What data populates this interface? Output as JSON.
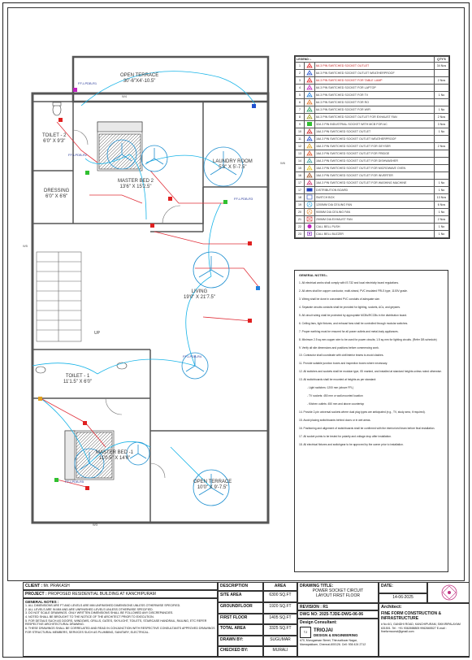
{
  "rooms": [
    {
      "id": "open-terrace-top",
      "name": "OPEN TERRACE",
      "size": "30'-6\"X4'-10.5\""
    },
    {
      "id": "toilet-2",
      "name": "TOILET - 2",
      "size": "6'0\" X 9'3\""
    },
    {
      "id": "dressing",
      "name": "DRESSING",
      "size": "6'0\" X 6'6\""
    },
    {
      "id": "master-bed-2",
      "name": "MASTER BED 2",
      "size": "13'6\" X 15'2.5\""
    },
    {
      "id": "laundry",
      "name": "LAUNDRY ROOM",
      "size": "5'3\" X 5'-7.5\""
    },
    {
      "id": "living",
      "name": "LIVING",
      "size": "19'0\" X 21'7.5\""
    },
    {
      "id": "toilet-1",
      "name": "TOILET - 1",
      "size": "11'1.5\" X 6'0\""
    },
    {
      "id": "master-bed-1",
      "name": "MASTER BED -1",
      "size": "11'0.5\" X 14'6\""
    },
    {
      "id": "open-terrace-bottom",
      "name": "OPEN TERRACE",
      "size": "10'0\" X 9'-7.5\""
    }
  ],
  "plan_labels": {
    "up": "UP",
    "window_w4": "W4",
    "window_w5": "W5",
    "window_w6": "W6",
    "window_w3": "W3",
    "board_1": "FF-LPDB-R1",
    "board_2": "FF-LPDB-R2",
    "board_3": "FF-LPDB-R3",
    "board_4": "FF-LPDB-R4",
    "board_5": "FF-LPDB-R5"
  },
  "legend": {
    "title": "LEGEND :-",
    "qty_header": "QTY'S",
    "items": [
      {
        "no": "1",
        "symbol": "socket",
        "color": "#e02020",
        "desc": "6A 3 PIN SWITCHED SOCKET OUTLET",
        "qty": "34 Nos"
      },
      {
        "no": "2",
        "symbol": "socket",
        "color": "#2050d0",
        "desc": "6A 3 PIN SWITCHED SOCKET OUTLET WEATHERPROOF",
        "qty": ""
      },
      {
        "no": "3",
        "symbol": "socket",
        "color": "#e02020",
        "desc": "6A 3 PIN SWITCHED SOCKET FOR TABLE LAMP",
        "qty": "2 Nos"
      },
      {
        "no": "4",
        "symbol": "socket",
        "color": "#c020c0",
        "desc": "6A 3 PIN SWITCHED SOCKET FOR LAPTOP",
        "qty": ""
      },
      {
        "no": "5",
        "symbol": "socket",
        "color": "#2080e0",
        "desc": "6A 3 PIN SWITCHED SOCKET FOR TV",
        "qty": "1 No"
      },
      {
        "no": "6",
        "symbol": "socket",
        "color": "#e07020",
        "desc": "6A 3 PIN SWITCHED SOCKET FOR RO",
        "qty": ""
      },
      {
        "no": "7",
        "symbol": "socket",
        "color": "#20a060",
        "desc": "6A 3 PIN SWITCHED SOCKET FOR WIFI",
        "qty": "1 No"
      },
      {
        "no": "8",
        "symbol": "socket",
        "color": "#a0a020",
        "desc": "6A 3 PIN SWITCHED SOCKET OUTLET FOR EXHAUST FAN",
        "qty": "2 Nos"
      },
      {
        "no": "9",
        "symbol": "ind",
        "color": "#30c030",
        "desc": "32A 3 PIN INDUSTRIAL SOCKET WITH MCB FOR AC",
        "qty": "3 Nos"
      },
      {
        "no": "10",
        "symbol": "socket",
        "color": "#d02020",
        "desc": "16A 3 PIN SWITCHED SOCKET OUTLET",
        "qty": "1 No"
      },
      {
        "no": "11",
        "symbol": "socket",
        "color": "#2050d0",
        "desc": "16A 3 PIN SWITCHED SOCKET OUTLET WEATHERPROOF",
        "qty": ""
      },
      {
        "no": "12",
        "symbol": "socket",
        "color": "#e0a020",
        "desc": "16A 3 PIN SWITCHED SOCKET OUTLET FOR GEYSER",
        "qty": "2 Nos"
      },
      {
        "no": "13",
        "symbol": "socket",
        "color": "#e05020",
        "desc": "16A 3 PIN SWITCHED SOCKET OUTLET FOR FRIDGE",
        "qty": ""
      },
      {
        "no": "14",
        "symbol": "socket",
        "color": "#40a0a0",
        "desc": "16A 3 PIN SWITCHED SOCKET OUTLET FOR DISHWASHER",
        "qty": ""
      },
      {
        "no": "15",
        "symbol": "socket",
        "color": "#e0c020",
        "desc": "16A 3 PIN SWITCHED SOCKET OUTLET FOR MICROWAVE OVEN",
        "qty": ""
      },
      {
        "no": "16",
        "symbol": "socket",
        "color": "#a05020",
        "desc": "16A 3 PIN SWITCHED SOCKET OUTLET FOR INVERTER",
        "qty": ""
      },
      {
        "no": "17",
        "symbol": "socket",
        "color": "#d03070",
        "desc": "16A 3 PIN SWITCHED SOCKET OUTLET FOR WASHING MACHINE",
        "qty": "1 No"
      },
      {
        "no": "17",
        "symbol": "db",
        "color": "#2040c0",
        "desc": "DISTRIBUTION BOARD",
        "qty": "1 No"
      },
      {
        "no": "18",
        "symbol": "switch",
        "color": "#4060c0",
        "desc": "SWITCH BOX",
        "qty": "13 Nos"
      },
      {
        "no": "19",
        "symbol": "ceilingfan",
        "color": "#20a0e0",
        "desc": "1200MM DIA CEILING FAN",
        "qty": "6 Nos"
      },
      {
        "no": "20",
        "symbol": "smallfan",
        "color": "#e08020",
        "desc": "900MM DIA CEILING FAN",
        "qty": "1 No"
      },
      {
        "no": "21",
        "symbol": "exhaust",
        "color": "#d03030",
        "desc": "250MM DIA EXHAUST FAN",
        "qty": "2 Nos"
      },
      {
        "no": "22",
        "symbol": "push",
        "color": "#c020c0",
        "desc": "CALL BELL PUSH",
        "qty": "1 No"
      },
      {
        "no": "23",
        "symbol": "buzzer",
        "color": "#8020c0",
        "desc": "CALL BELL BUZZER",
        "qty": "1 No"
      }
    ]
  },
  "notes": {
    "title": "GENERAL NOTES:-",
    "items": [
      "1. All electrical works shall comply with IS:732 and local electricity board regulations.",
      "2. All wires shall be copper conductor, multi-strand, PVC insulated FRLS type, 1100V grade.",
      "3. Wiring shall be done in concealed PVC conduits of adequate size.",
      "4. Separate circuits conduits shall be provided for lighting, sockets, ACs, and geysers.",
      "5. All circuit wiring shall be protected by appropriate MCBs/RCCBs in the distribution board.",
      "6. Ceiling fans, light fixtures, and exhaust fans shall be controlled through modular switches.",
      "7. Proper earthing must be ensured for all power outlets and metal-body appliances.",
      "8. Minimum 2.5 sq.mm copper wire to be used for power circuits; 1.5 sq.mm for lighting circuits. (Refer DB schedule)",
      "9. Verify all site dimensions and positions before commencing work.",
      "10. Contractor shall coordinate with civil/interior teams to avoid clashes.",
      "11. Provide suitable junction boxes and inspection boxes where necessary.",
      "12. All switches and sockets shall be modular type, ISI marked, and installed at standard heights unless noted otherwise.",
      "13. All switchboards shall be mounted at heights as per standard:",
      "- Light switches: 1200 mm (above FFL)",
      "- TV sockets: 450 mm or wall-mounted location",
      "- Kitchen outlets: 450 mm and above countertop",
      "14. Provide 2-pin universal sockets where dual plug types are anticipated (e.g., TV, study area, if required).",
      "15. Avoid placing switchboards behind doors or in wet areas.",
      "16. Positioning and alignment of switchboards shall be confirmed with the interior/civil team before final installation.",
      "17. All socket points to be tested for polarity and voltage drop after installation.",
      "18. All electrical fixtures and switchgear to be approved by the owner prior to installation."
    ]
  },
  "title_block": {
    "client_label": "CLIENT :",
    "client": "Mr. PRAKASH",
    "project_label": "PROJECT :",
    "project": "PROPOSED RESIDENTIAL BUILDING AT KANCHIPURAM",
    "general_notes_title": "GENERAL NOTES :",
    "general_notes": [
      "1. ALL DIMENSIONS ARE FT AND LEVELS ARE MM.UNFINISHED DIMENSIONS UNLESS OTHERWISE SPECIFIED.",
      "2. ALL LEVELS ARE IN MM AND ARE UNFINISHED LEVELS UNLESS OTHERWISE SPECIFIED.",
      "3. DO NOT SCALE DRAWINGS. ONLY WRITTEN DIMENSIONS SHALL BE FOLLOWED ANY DISCREPANCIES.",
      "4. NOTED SHALL BE BROUGHT TO THE NOTICE OF THE ARCHITECT PRIOR TO EXECUTION.",
      "5. FOR DETAILS SUCH AS DOORS, WINDOWS, GRILLS, GATES, SKYLIGHT, TOILETS, STAIRCASE HANDRAIL, RAILING, ETC REFER RESPECTIVE ARCHITECTURAL DRAWING.",
      "6. THESE DRAWINGS SHALL BE CORRELATED AND READ IN CONJUNCTION WITH RESPECTIVE CONSULTANTS APPROVED DRAWINGS FOR STRUCTURAL MEMBERS, SERVICES SUCH AS PLUMBING, SANITARY, ELECTRICAL."
    ],
    "desc_header": "DESCRIPTION",
    "area_header": "AREA",
    "areas": [
      {
        "desc": "SITE AREA",
        "area": "6300 SQ.FT"
      },
      {
        "desc": "GROUNDFLOOR",
        "area": "1920 SQ.FT"
      },
      {
        "desc": "FIRST FLOOR",
        "area": "1405 SQ.FT"
      },
      {
        "desc": "TOTAL AREA",
        "area": "3325 SQ.FT"
      }
    ],
    "drawn_by_label": "DRAWN BY:",
    "drawn_by": "SUGUMAR",
    "checked_by_label": "CHECKED BY:",
    "checked_by": "MURALI",
    "drawing_title_label": "DRAWING TITLE:",
    "drawing_title_1": "POWER SOCKET CIRCUIT",
    "drawing_title_2": "LAYOUT FIRST FLOOR",
    "revision_label": "REVISION : R1",
    "dwg_no": "DWG NO: 2025-TJDE-DWG-06-06",
    "date_label": "DATE:",
    "date": "14-06-2025",
    "consultant_label": "Design Consultant:",
    "consultant_name": "TRIOJAI",
    "consultant_sub": "DESIGN & ENGINEERING",
    "consultant_addr": "#70, Murugaesan Street, Thiruvalluvar Nagar, Mamapakkam, Chennai-600126. Cell: 936 424 2712",
    "architect_label": "Architect:",
    "architect_name": "FINE FORM CONSTRUCTION & INFRASTRUCTURE",
    "architect_addr": "# No 6/1, GANDHI ROAD, KANCHIPURAM, SIKKIRIPALAYAM 631501. Tel : +91 9362658805 9962665527 E-mail : fineformconst@gmail.com"
  },
  "colors": {
    "wall": "#555555",
    "power_wire": "#e0303a",
    "light_wire": "#18b4e8",
    "fan": "#2090d0"
  }
}
